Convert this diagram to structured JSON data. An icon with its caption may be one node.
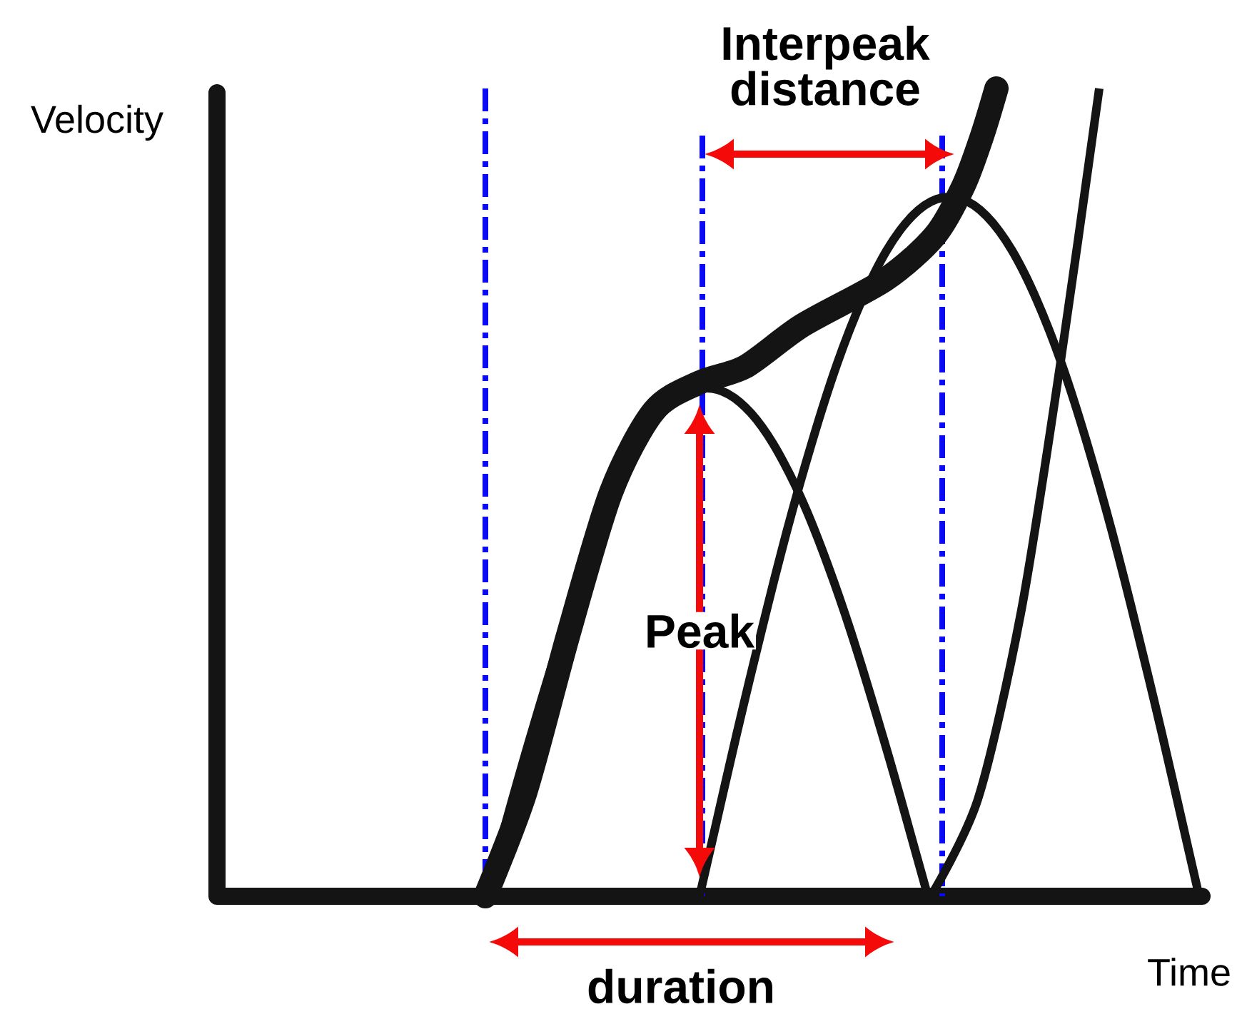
{
  "diagram": {
    "labels": [
      "Velocity",
      "Interpeak distance",
      "Peak",
      "duration",
      "Time"
    ]
  }
}
